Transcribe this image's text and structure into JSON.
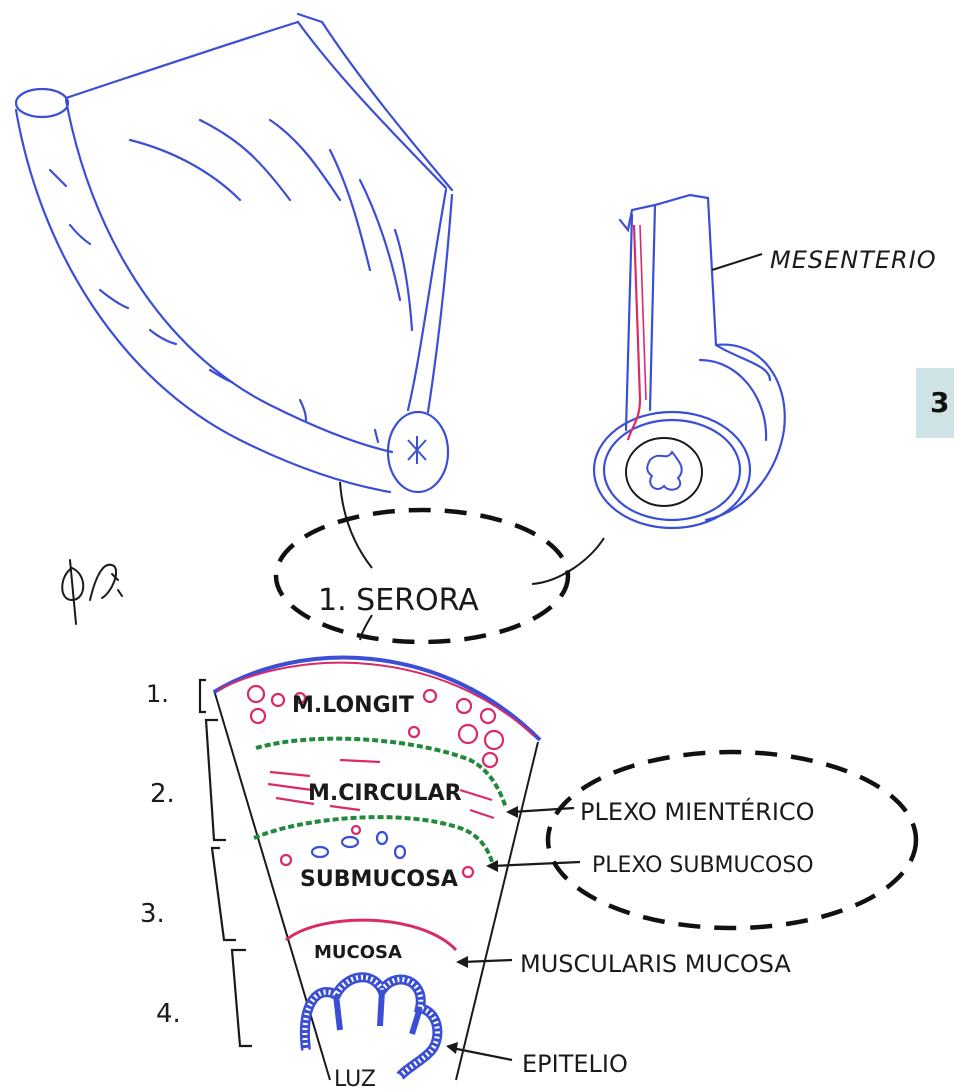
{
  "page_number": "3",
  "labels": {
    "mesenterio": "MESENTERIO",
    "serosa": "1. SERORA",
    "m_longit": "M.LONGIT",
    "m_circular": "M.CIRCULAR",
    "submucosa": "SUBMUCOSA",
    "mucosa": "MUCOSA",
    "plexo_mienterico": "PLEXO MIENTÉRICO",
    "plexo_submucoso": "PLEXO SUBMUCOSO",
    "muscularis_mucosa": "MUSCULARIS MUCOSA",
    "epitelio": "EPITELIO",
    "luz": "LUZ"
  },
  "layer_numbers": [
    "1.",
    "2.",
    "3.",
    "4."
  ],
  "colors": {
    "outline": "#3b4fd6",
    "muscle": "#d92b6a",
    "plexus": "#1f8a3a",
    "ink": "#1a1a1a",
    "highlight_dash": "#111111"
  }
}
